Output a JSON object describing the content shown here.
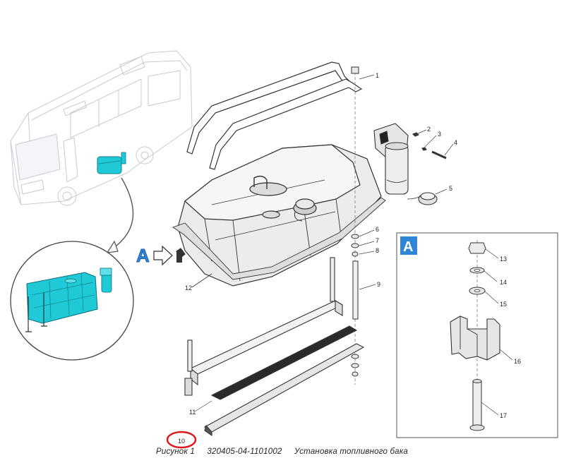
{
  "view_marker": "A",
  "inset": {
    "label": "A"
  },
  "callouts": [
    "1",
    "2",
    "3",
    "4",
    "5",
    "6",
    "7",
    "8",
    "9",
    "10",
    "11",
    "12",
    "13",
    "14",
    "15",
    "16",
    "17"
  ],
  "caption": {
    "figure": "Рисунок  1",
    "code": "320405-04-1101002",
    "title": "Установка  топливного  бака"
  },
  "colors": {
    "accent_cyan": "#1fc9d6",
    "marker_blue": "#2f86d6",
    "highlight_red": "#e0151b",
    "line": "#333333",
    "part_fill": "#eeeeee"
  }
}
